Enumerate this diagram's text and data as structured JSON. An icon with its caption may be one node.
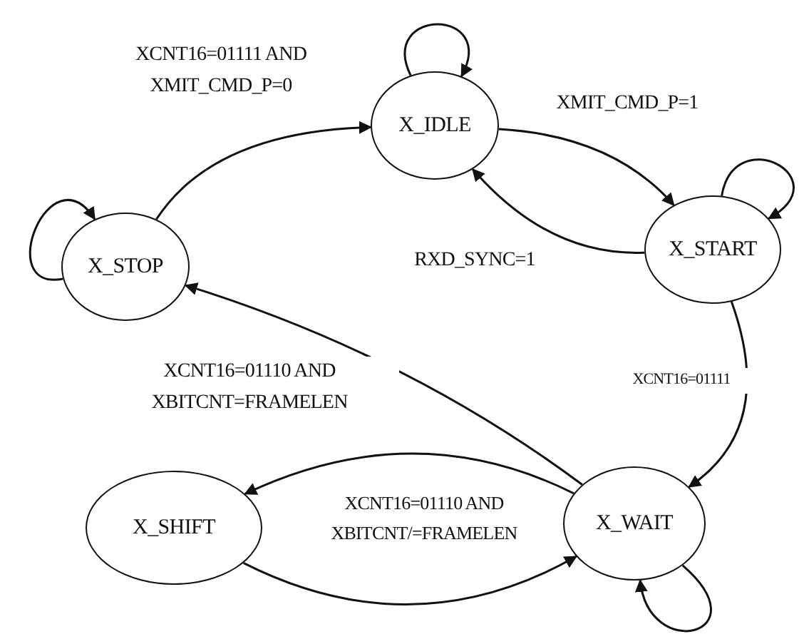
{
  "diagram": {
    "nodes": [
      {
        "text": [
          "X_IDLE"
        ]
      },
      {
        "text": [
          "X_START"
        ]
      },
      {
        "text": [
          "X_STOP"
        ]
      },
      {
        "text": [
          "X_SHIFT"
        ]
      },
      {
        "text": [
          "X_WAIT"
        ]
      }
    ],
    "edges": [
      {
        "from": 0,
        "to": 0,
        "arrow": "to"
      },
      {
        "from": 2,
        "to": 0,
        "arrow": "to",
        "label": "XCNT16=01111 AND XMIT_CMD_P=0"
      },
      {
        "from": 0,
        "to": 1,
        "arrow": "to",
        "label": "XMIT_CMD_P=1"
      },
      {
        "from": 1,
        "to": 0,
        "arrow": "to",
        "label": "RXD_SYNC=1"
      },
      {
        "from": 1,
        "to": 1,
        "arrow": "to"
      },
      {
        "from": 2,
        "to": 2,
        "arrow": "to"
      },
      {
        "from": 4,
        "to": 2,
        "arrow": "to",
        "label": "XCNT16=01110 AND XBITCNT=FRAMELEN"
      },
      {
        "from": 1,
        "to": 4,
        "arrow": "to",
        "label": "XCNT16=01111"
      },
      {
        "from": 4,
        "to": 3,
        "arrow": "to",
        "label": "XCNT16=01110 AND XBITCNT/=FRAMELEN"
      },
      {
        "from": 3,
        "to": 4,
        "arrow": "to"
      },
      {
        "from": 4,
        "to": 4,
        "arrow": "to"
      }
    ]
  }
}
